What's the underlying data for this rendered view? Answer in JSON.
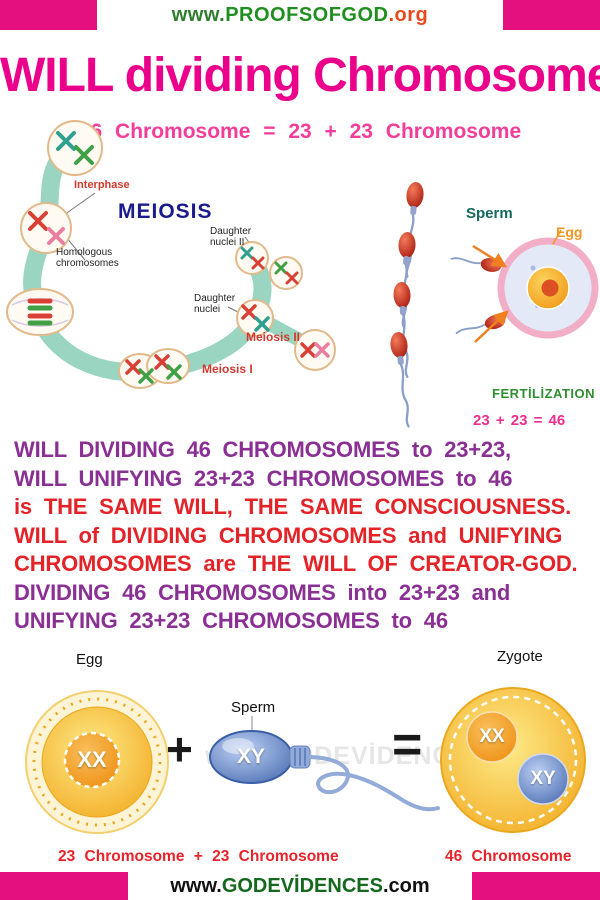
{
  "header": {
    "url_segments": [
      {
        "text": "www.",
        "color": "#2e7d2e"
      },
      {
        "text": "PROOFSOFGOD",
        "color": "#1f8f1f"
      },
      {
        "text": ".org",
        "color": "#e8491f"
      }
    ],
    "title": "WILL dividing Chromosomes",
    "subtitle": "46 Chromosome = 23 + 23 Chromosome"
  },
  "meiosis": {
    "heading": "MEIOSIS",
    "interphase": "Interphase",
    "homologous": "Homologous\nchromosomes",
    "daughter_nuclei_2": "Daughter\nnuclei II",
    "daughter_nuclei": "Daughter\nnuclei",
    "meiosis_2": "Meiosis II",
    "meiosis_1": "Meiosis I"
  },
  "fertilization": {
    "sperm_label": "Sperm",
    "egg_label": "Egg",
    "title": "FERTİLİZATION",
    "equation": "23 + 23 = 46"
  },
  "message": {
    "lines": [
      {
        "text": "WILL DIVIDING 46 CHROMOSOMES to 23+23,",
        "color": "#8a2f93"
      },
      {
        "text": "WILL UNIFYING 23+23 CHROMOSOMES to 46",
        "color": "#8a2f93"
      },
      {
        "text": "is THE SAME WILL, THE SAME CONSCIOUSNESS.",
        "color": "#e32328"
      },
      {
        "text": "WILL of DIVIDING CHROMOSOMES and UNIFYING",
        "color": "#e32328"
      },
      {
        "text": "CHROMOSOMES are THE WILL OF CREATOR-GOD.",
        "color": "#e32328"
      },
      {
        "text": "DIVIDING 46 CHROMOSOMES into 23+23 and",
        "color": "#8a2f93"
      },
      {
        "text": "UNIFYING 23+23 CHROMOSOMES to 46",
        "color": "#8a2f93"
      }
    ]
  },
  "bottom_diagram": {
    "egg_label": "Egg",
    "sperm_label": "Sperm",
    "zygote_label": "Zygote",
    "plus": "+",
    "equals": "=",
    "egg_xx": "XX",
    "sperm_xy": "XY",
    "zygote_chromosomes": [
      "XX",
      "XY"
    ],
    "watermark": "www.GODEVİDENCES.com",
    "left_caption": "23 Chromosome + 23 Chromosome",
    "right_caption": "46 Chromosome"
  },
  "footer": {
    "url_segments": [
      {
        "text": "www.",
        "color": "#111111"
      },
      {
        "text": "GODEVİDENCES",
        "color": "#15691f"
      },
      {
        "text": ".com",
        "color": "#111111"
      }
    ]
  }
}
